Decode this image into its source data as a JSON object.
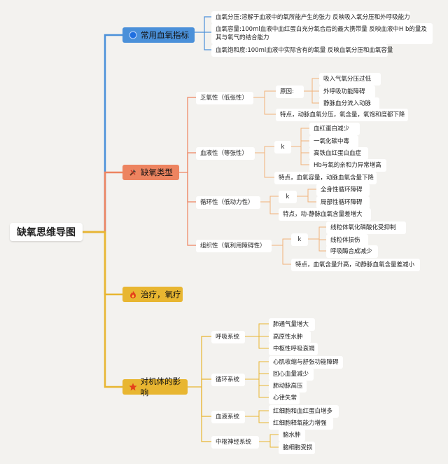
{
  "root": "缺氧思维导图",
  "branches": {
    "indicators": {
      "title": "常用血氧指标",
      "color": "#4a90d9",
      "items": [
        "血氧分压:溶解于血液中的氧所能产生的张力 反映吸入氧分压和外呼吸能力",
        "血氧容量:100ml血液中血红蛋白充分氧合后的最大携带量 反映血液中H b的量及其与氧气的结合能力",
        "血氧饱和度:100ml血液中实际含有的氧量 反映血氧分压和血氧容量"
      ]
    },
    "types": {
      "title": "缺氧类型",
      "color": "#ed8460",
      "hypotonic": {
        "title": "乏氧性（低张性）",
        "cause_label": "原因:",
        "causes": [
          "吸入气氧分压过低",
          "外呼吸功能障碍",
          "静脉血分流入动脉"
        ],
        "feature": "特点，动脉血氧分压，氧含量，氧饱和度都下降"
      },
      "hemic": {
        "title": "血液性（等张性）",
        "cause_label": "k",
        "causes": [
          "血红蛋白减少",
          "一氧化碳中毒",
          "高铁血红蛋白血症",
          "Hb与氧的亲和力异常增高"
        ],
        "feature": "特点，血氧容量，动脉血氧含量下降"
      },
      "circulatory": {
        "title": "循环性（低动力性）",
        "cause_label": "k",
        "causes": [
          "全身性循环障碍",
          "局部性循环障碍"
        ],
        "feature": "特点，动-静脉血氧含量差增大"
      },
      "histogenous": {
        "title": "组织性（氧利用障碍性）",
        "cause_label": "k",
        "causes": [
          "线粒体氧化磷酸化受抑制",
          "线粒体损伤",
          "呼吸酶合成减少"
        ],
        "feature": "特点，血氧含量升高，动静脉血氧含量差减小"
      }
    },
    "treatment": {
      "title": "治疗，氧疗",
      "color": "#e8b631"
    },
    "effects": {
      "title": "对机体的影响",
      "color": "#e8b631",
      "respiratory": {
        "title": "呼吸系统",
        "items": [
          "肺通气量增大",
          "高原性水肿",
          "中枢性呼吸衰竭"
        ]
      },
      "circulation": {
        "title": "循环系统",
        "items": [
          "心肌收缩与舒张功能障碍",
          "回心血量减少",
          "肺动脉高压",
          "心律失常"
        ]
      },
      "blood": {
        "title": "血液系统",
        "items": [
          "红细胞和血红蛋白增多",
          "红细胞释氧能力增强"
        ]
      },
      "cns": {
        "title": "中枢神经系统",
        "items": [
          "脑水肿",
          "脑细胞受损"
        ]
      }
    }
  },
  "icons": {
    "indicators": "blue-circle-icon",
    "types": "tools-icon",
    "treatment": "fire-icon",
    "effects": "star-icon"
  },
  "connector_colors": {
    "blue": "#4a90d9",
    "orange": "#ed8460",
    "yellow": "#e8b631",
    "leaf": "#f2b27a"
  }
}
